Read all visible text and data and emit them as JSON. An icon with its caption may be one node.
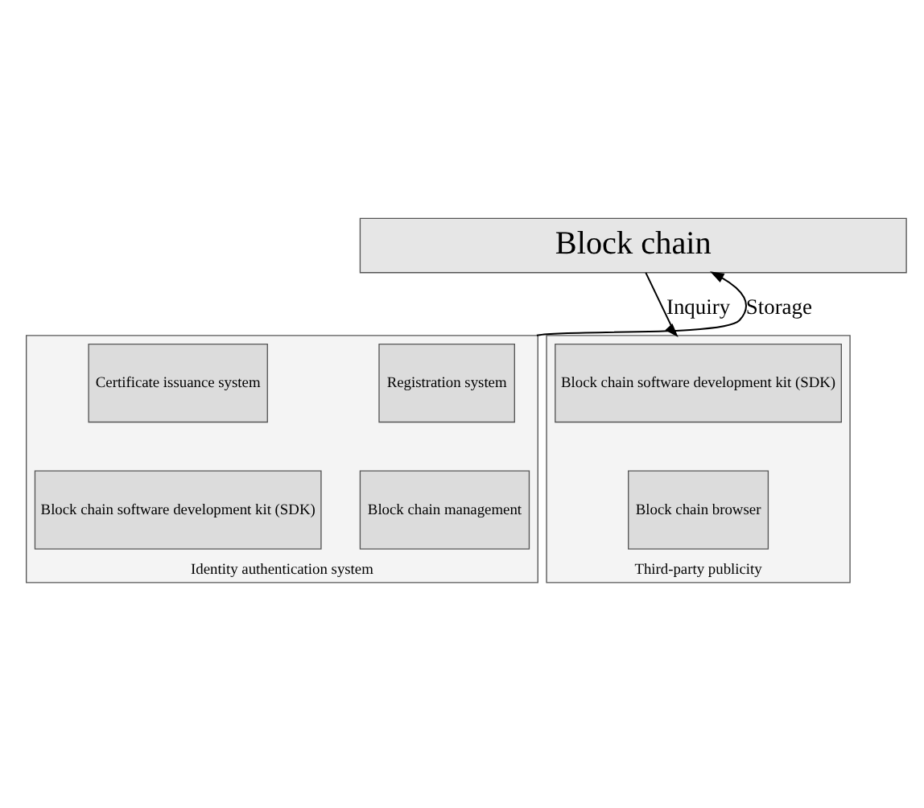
{
  "diagram": {
    "nodes": [
      {
        "text": [
          "Block chain"
        ]
      },
      {
        "text": [
          "Identity authentication system"
        ]
      },
      {
        "text": [
          "Registration system"
        ],
        "in": 1
      },
      {
        "text": [
          "Certificate issuance system"
        ],
        "in": 1
      },
      {
        "text": [
          "Block chain management"
        ],
        "in": 1
      },
      {
        "text": [
          "Block chain software development kit (SDK)"
        ],
        "in": 1
      },
      {
        "text": [
          "Third-party publicity"
        ]
      },
      {
        "text": [
          "Block chain software development kit (SDK)"
        ],
        "in": 6
      },
      {
        "text": [
          "Block chain browser"
        ],
        "in": 6
      }
    ],
    "edges": [
      {
        "from": 1,
        "to": 0,
        "arrow": "to",
        "label": "Storage"
      },
      {
        "from": 0,
        "to": 6,
        "arrow": "to",
        "label": "Inquiry"
      }
    ]
  }
}
